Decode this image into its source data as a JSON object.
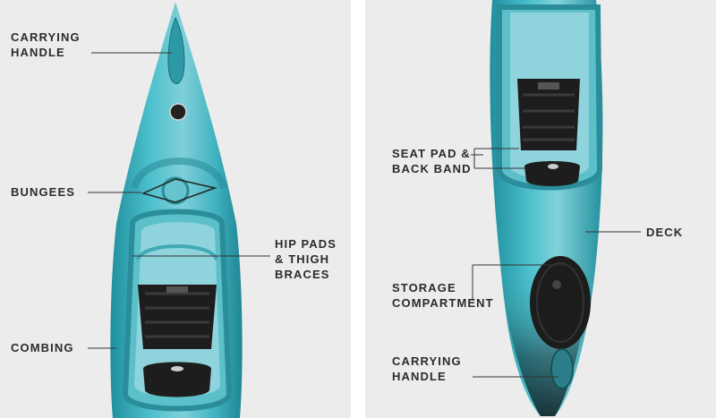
{
  "left_panel": {
    "labels": {
      "carrying_handle": [
        "CARRYING",
        "HANDLE"
      ],
      "bungees": [
        "BUNGEES"
      ],
      "hip_pads": [
        "HIP PADS",
        "& THIGH",
        "BRACES"
      ],
      "combing": [
        "COMBING"
      ]
    }
  },
  "right_panel": {
    "labels": {
      "seat_pad": [
        "SEAT PAD &",
        "BACK BAND"
      ],
      "deck": [
        "DECK"
      ],
      "storage": [
        "STORAGE",
        "COMPARTMENT"
      ],
      "carrying_handle": [
        "CARRYING",
        "HANDLE"
      ]
    }
  },
  "colors": {
    "background": "#ececec",
    "hull": "#3fb2c0",
    "hull_light": "#8fd3dc",
    "hull_dark": "#1f7f8c",
    "seat": "#1d1d1d",
    "text": "#2b2b2b",
    "leader": "#333333"
  }
}
